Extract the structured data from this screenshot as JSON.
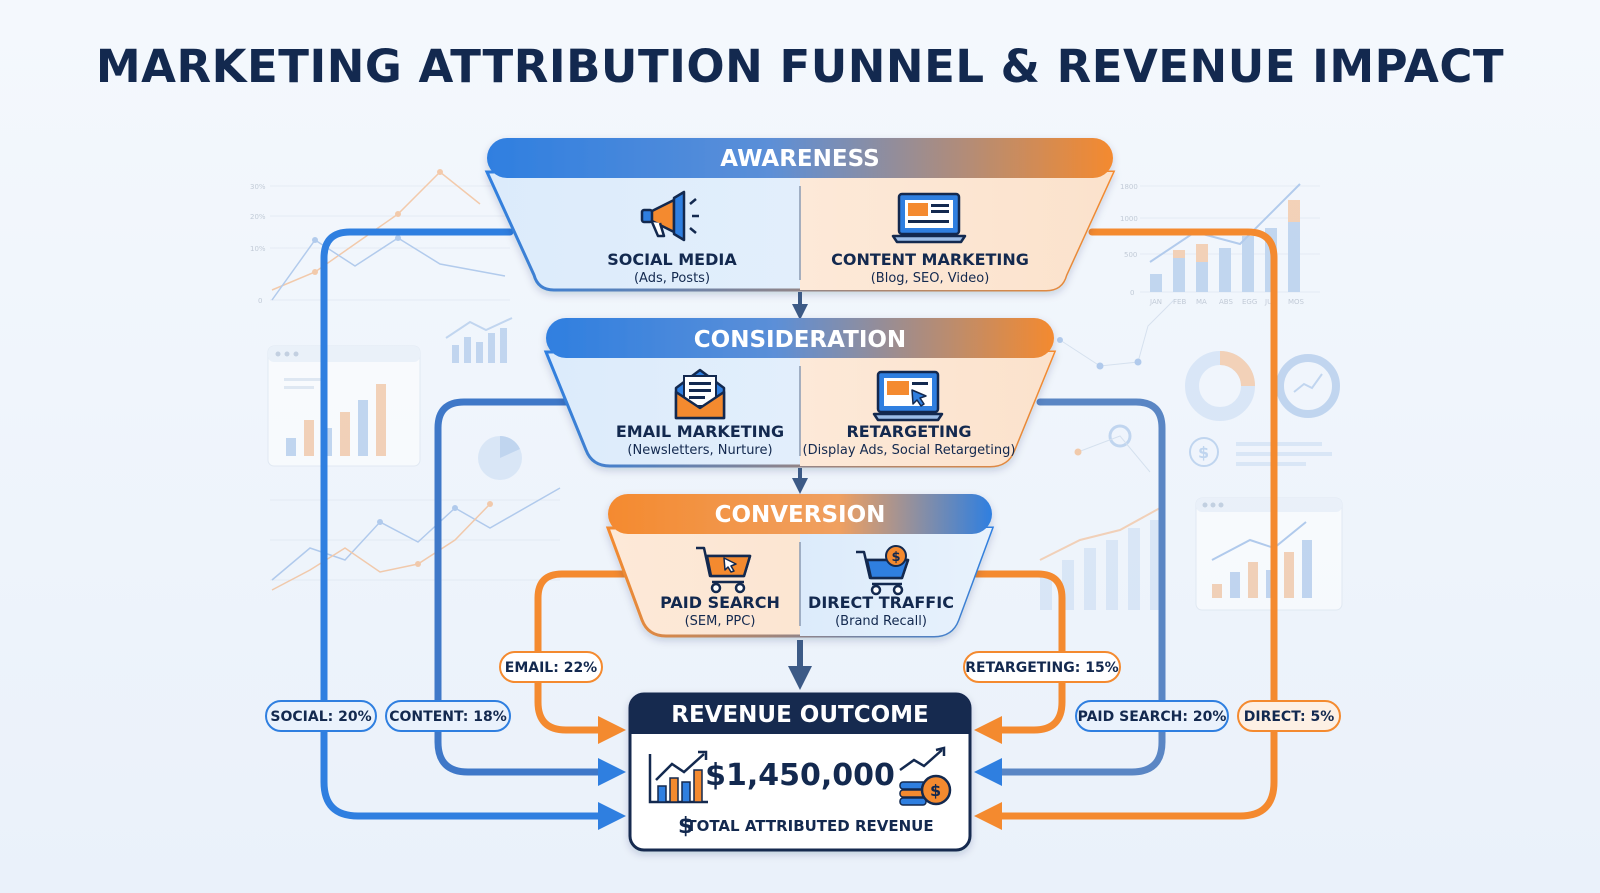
{
  "title": "MARKETING ATTRIBUTION FUNNEL & REVENUE IMPACT",
  "colors": {
    "blue": "#2f7fe0",
    "orange": "#f48a2f",
    "navy": "#13294f"
  },
  "stages": [
    {
      "title": "AWARENESS",
      "channels": [
        {
          "name": "SOCIAL MEDIA",
          "sub": "(Ads, Posts)",
          "icon": "megaphone-icon"
        },
        {
          "name": "CONTENT MARKETING",
          "sub": "(Blog, SEO, Video)",
          "icon": "laptop-content-icon"
        }
      ]
    },
    {
      "title": "CONSIDERATION",
      "channels": [
        {
          "name": "EMAIL MARKETING",
          "sub": "(Newsletters, Nurture)",
          "icon": "envelope-icon"
        },
        {
          "name": "RETARGETING",
          "sub": "(Display Ads, Social Retargeting)",
          "icon": "monitor-cursor-icon"
        }
      ]
    },
    {
      "title": "CONVERSION",
      "channels": [
        {
          "name": "PAID SEARCH",
          "sub": "(SEM, PPC)",
          "icon": "cart-cursor-icon"
        },
        {
          "name": "DIRECT TRAFFIC",
          "sub": "(Brand Recall)",
          "icon": "cart-dollar-icon"
        }
      ]
    }
  ],
  "attribution": {
    "social": "SOCIAL: 20%",
    "content": "CONTENT: 18%",
    "email": "EMAIL: 22%",
    "retargeting": "RETARGETING: 15%",
    "paid_search": "PAID SEARCH: 20%",
    "direct": "DIRECT: 5%"
  },
  "revenue": {
    "title": "REVENUE OUTCOME",
    "amount": "$1,450,000",
    "label": "TOTAL ATTRIBUTED REVENUE"
  },
  "decor": {
    "left_ticks": [
      "30%",
      "20%",
      "10%",
      "0"
    ],
    "right_ticks": [
      "1800",
      "1000",
      "500",
      "0"
    ],
    "months": [
      "JAN",
      "FEB",
      "MA",
      "ABS",
      "EGG",
      "JUL",
      "MOS"
    ]
  }
}
